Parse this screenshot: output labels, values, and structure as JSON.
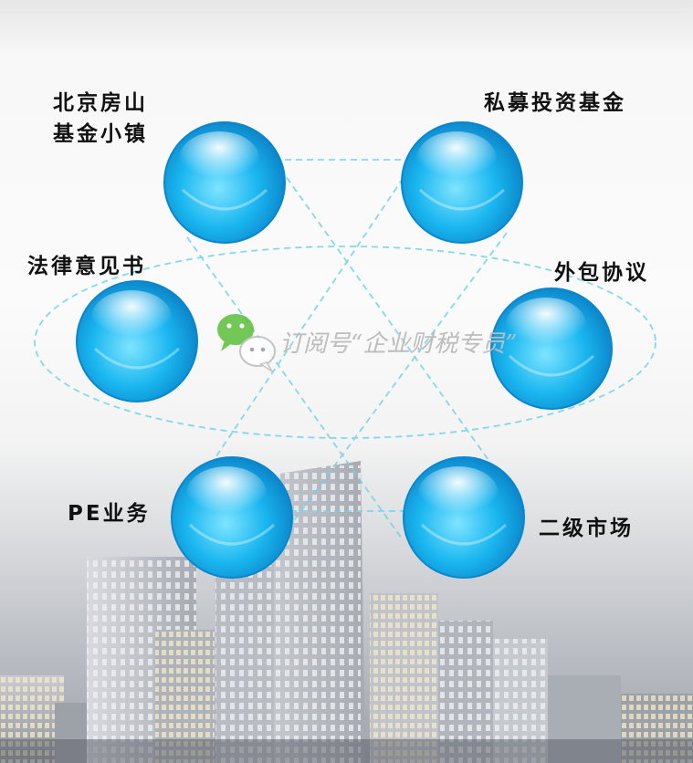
{
  "nodes": [
    {
      "id": "beijing-fangshan",
      "label_lines": [
        "北京房山",
        "基金小镇"
      ]
    },
    {
      "id": "private-fund",
      "label_lines": [
        "私募投资基金"
      ]
    },
    {
      "id": "legal-opinion",
      "label_lines": [
        "法律意见书"
      ]
    },
    {
      "id": "outsourcing",
      "label_lines": [
        "外包协议"
      ]
    },
    {
      "id": "pe-business",
      "label_lines": [
        "PE业务"
      ]
    },
    {
      "id": "secondary-market",
      "label_lines": [
        "二级市场"
      ]
    }
  ],
  "watermark": {
    "text": "订阅号“企业财税专员”",
    "icon": "wechat-icon"
  },
  "colors": {
    "sphere": "#19b6f0",
    "sphere_dark": "#0a8fd6",
    "connector": "#6fd3ea",
    "wechat_green": "#5cbf3a"
  }
}
